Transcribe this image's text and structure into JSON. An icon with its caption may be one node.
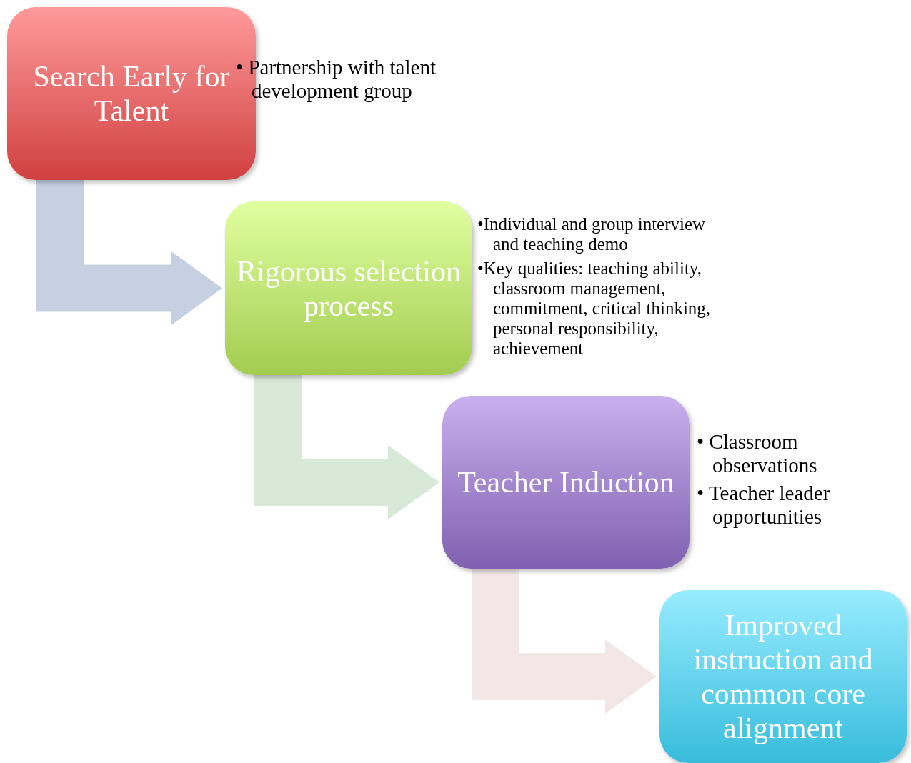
{
  "diagram": {
    "nodes": [
      {
        "text": [
          "Search Early for Talent"
        ],
        "beside": [
          "• Partnership with talent development group"
        ]
      },
      {
        "text": [
          "Rigorous selection process"
        ],
        "beside": [
          "•Individual and group interview and teaching demo",
          "•Key qualities: teaching ability, classroom management, commitment, critical thinking, personal responsibility, achievement"
        ]
      },
      {
        "text": [
          "Teacher Induction"
        ],
        "beside": [
          "• Classroom observations",
          "• Teacher leader opportunities"
        ]
      },
      {
        "text": [
          "Improved instruction and common core alignment"
        ]
      }
    ],
    "edges": [
      {
        "from": 0,
        "to": 1,
        "arrow": "to",
        "color": "#c5d0e3"
      },
      {
        "from": 1,
        "to": 2,
        "arrow": "to",
        "color": "#d9e9d8"
      },
      {
        "from": 2,
        "to": 3,
        "arrow": "to",
        "color": "#f2e7e6"
      }
    ]
  }
}
